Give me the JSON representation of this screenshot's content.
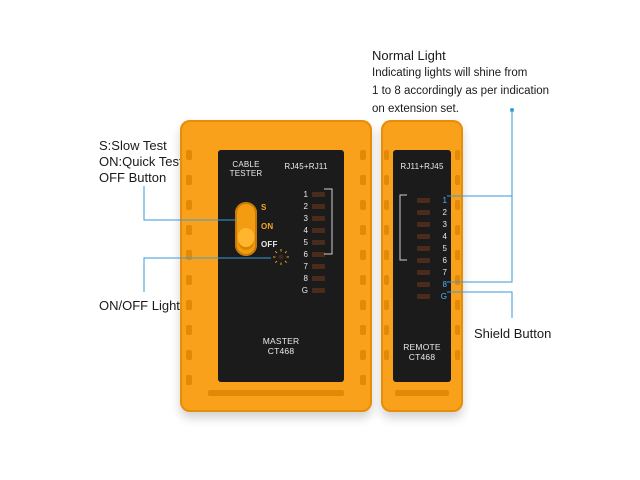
{
  "annotations": {
    "normal_light_title": "Normal Light",
    "normal_light_line1": "Indicating lights will shine from",
    "normal_light_line2": "1 to 8 accordingly as per indication",
    "normal_light_line3": "on extension set.",
    "switch_line1": "S:Slow Test",
    "switch_line2": "ON:Quick Test",
    "switch_line3": "OFF Button",
    "onoff_light": "ON/OFF Light",
    "shield_button": "Shield Button"
  },
  "master": {
    "brand_line1": "CABLE",
    "brand_line2": "TESTER",
    "ports": "RJ45+RJ11",
    "switch_s": "S",
    "switch_on": "ON",
    "switch_off": "OFF",
    "leds": [
      "1",
      "2",
      "3",
      "4",
      "5",
      "6",
      "7",
      "8",
      "G"
    ],
    "name_line1": "MASTER",
    "name_line2": "CT468"
  },
  "remote": {
    "ports": "RJ11+RJ45",
    "leds": [
      "1",
      "2",
      "3",
      "4",
      "5",
      "6",
      "7",
      "8",
      "G"
    ],
    "name_line1": "REMOTE",
    "name_line2": "CT468"
  },
  "colors": {
    "body": "#f9a11b",
    "panel": "#1b1b1b",
    "callout": "#3a9ad9"
  }
}
